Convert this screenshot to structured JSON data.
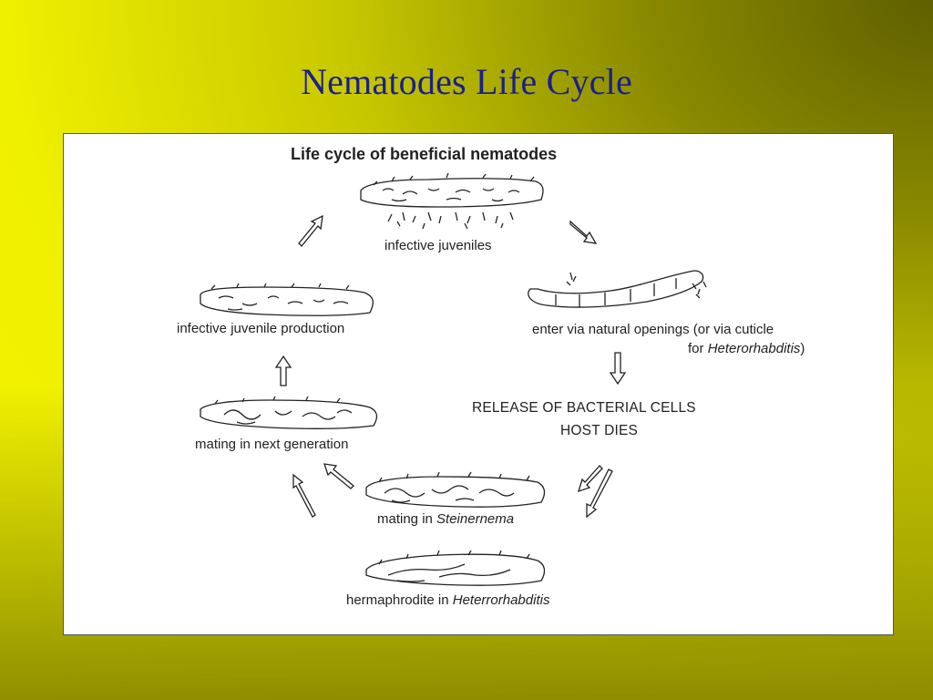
{
  "slide": {
    "title": "Nematodes Life Cycle",
    "background_colors": [
      "#f5f500",
      "#5f5f00"
    ],
    "title_color": "#1a1f8c"
  },
  "diagram": {
    "title": "Life cycle of beneficial nematodes",
    "stages": {
      "infective_juveniles": "infective juveniles",
      "enter_line1": "enter via natural openings (or via cuticle",
      "enter_line2_prefix": "for ",
      "enter_line2_italic": "Heterorhabditis",
      "enter_line2_suffix": ")",
      "release_line1": "RELEASE OF BACTERIAL CELLS",
      "release_line2": "HOST DIES",
      "mating_steinernema_prefix": "mating in ",
      "mating_steinernema_italic": "Steinernema",
      "hermaphrodite_prefix": "hermaphrodite in ",
      "hermaphrodite_italic": "Heterrorhabditis",
      "mating_next": "mating in next generation",
      "production": "infective juvenile production"
    }
  }
}
